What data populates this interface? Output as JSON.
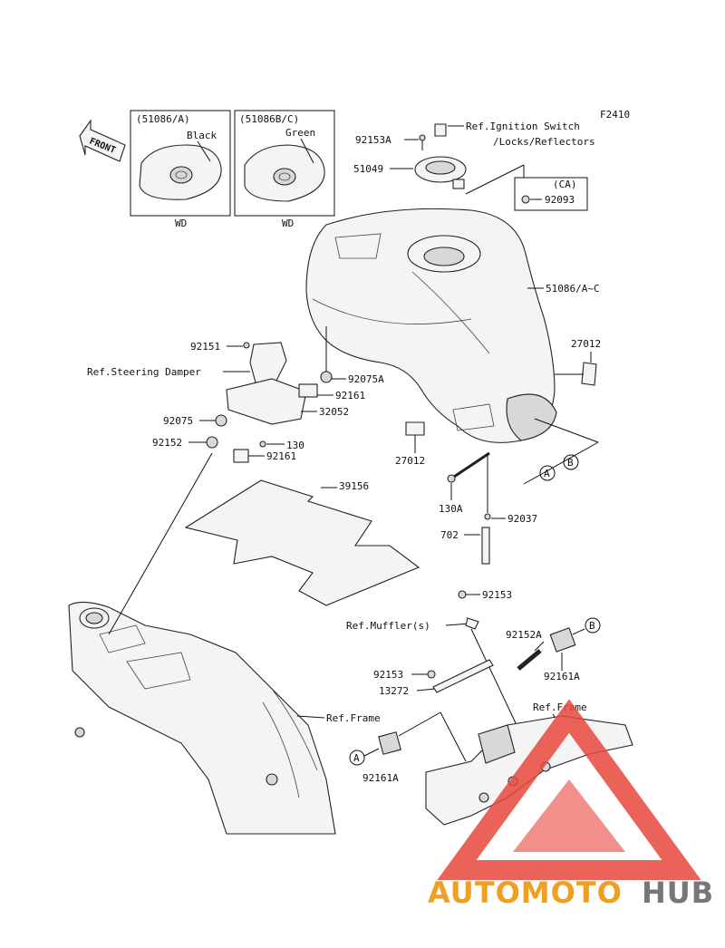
{
  "figure_code": "F2410",
  "front_label": "FRONT",
  "insets": [
    {
      "model": "(51086/A)",
      "color": "Black",
      "region": "WD"
    },
    {
      "model": "(51086B/C)",
      "color": "Green",
      "region": "WD"
    }
  ],
  "ca_box": {
    "label": "(CA)",
    "part": "92093"
  },
  "callouts": {
    "p92153A_top": "92153A",
    "ref_ignition_line1": "Ref.Ignition Switch",
    "ref_ignition_line2": "/Locks/Reflectors",
    "p51049": "51049",
    "p51086": "51086/A~C",
    "p27012_right": "27012",
    "p92151": "92151",
    "ref_steering": "Ref.Steering Damper",
    "p92075A": "92075A",
    "p92161_a": "92161",
    "p32052": "32052",
    "p92075": "92075",
    "p92152": "92152",
    "p130": "130",
    "p92161_b": "92161",
    "p27012_mid": "27012",
    "p39156": "39156",
    "p130A": "130A",
    "p92037": "92037",
    "p702": "702",
    "p92153_a": "92153",
    "ref_muffler": "Ref.Muffler(s)",
    "p92152A": "92152A",
    "p92161A_right": "92161A",
    "p92153_b": "92153",
    "p13272": "13272",
    "ref_frame_right": "Ref.Frame",
    "ref_frame_left": "Ref.Frame",
    "p92161A_left": "92161A",
    "marker_A": "A",
    "marker_B": "B"
  },
  "watermark": {
    "part1": "AUTOMOTO",
    "part2": "HUB",
    "colors": {
      "triangle": "#e8463c",
      "auto": "#f0a020",
      "hub": "#777777"
    }
  }
}
